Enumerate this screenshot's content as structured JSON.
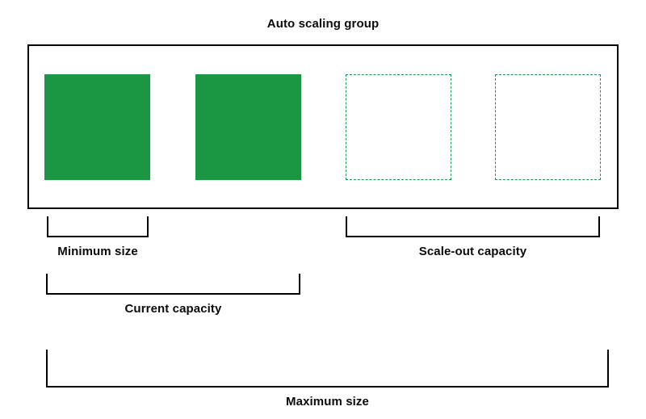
{
  "title": "Auto scaling group",
  "colors": {
    "running_fill": "#1b9642",
    "pending_border": "#23915a",
    "line": "#000000",
    "background": "#ffffff"
  },
  "auto_scaling_group": {
    "instances": [
      {
        "state": "running"
      },
      {
        "state": "running"
      },
      {
        "state": "pending"
      },
      {
        "state": "pending"
      }
    ]
  },
  "labels": {
    "minimum_size": "Minimum size",
    "scale_out_capacity": "Scale-out capacity",
    "current_capacity": "Current capacity",
    "maximum_size": "Maximum size"
  }
}
